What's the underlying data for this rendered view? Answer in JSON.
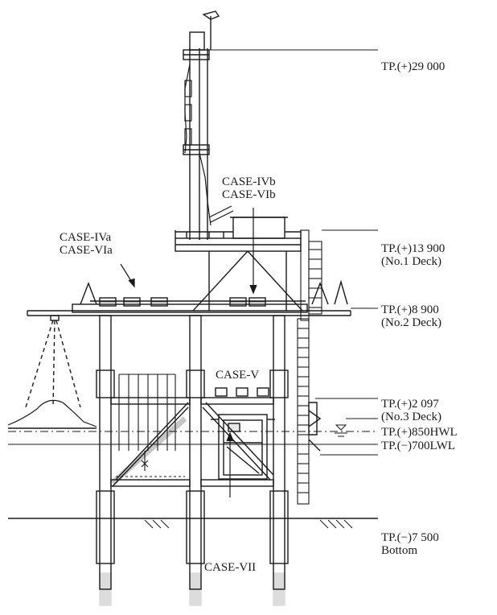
{
  "elevations": {
    "tp_29000": "TP.(+)29 000",
    "tp_13900": "TP.(+)13 900",
    "no1_deck": "(No.1 Deck)",
    "tp_8900": "TP.(+)8 900",
    "no2_deck": "(No.2 Deck)",
    "tp_2097": "TP.(+)2 097",
    "no3_deck": "(No.3 Deck)",
    "tp_850": "TP.(+)850HWL",
    "tp_700": "TP.(−)700LWL",
    "tp_7500": "TP.(−)7 500",
    "bottom": "Bottom"
  },
  "cases": {
    "case_iva": "CASE-IVa",
    "case_via": "CASE-VIa",
    "case_ivb": "CASE-IVb",
    "case_vib": "CASE-VIb",
    "case_v": "CASE-V",
    "case_vii": "CASE-VII"
  },
  "colors": {
    "ink": "#1a1a1a",
    "background": "#ffffff"
  }
}
